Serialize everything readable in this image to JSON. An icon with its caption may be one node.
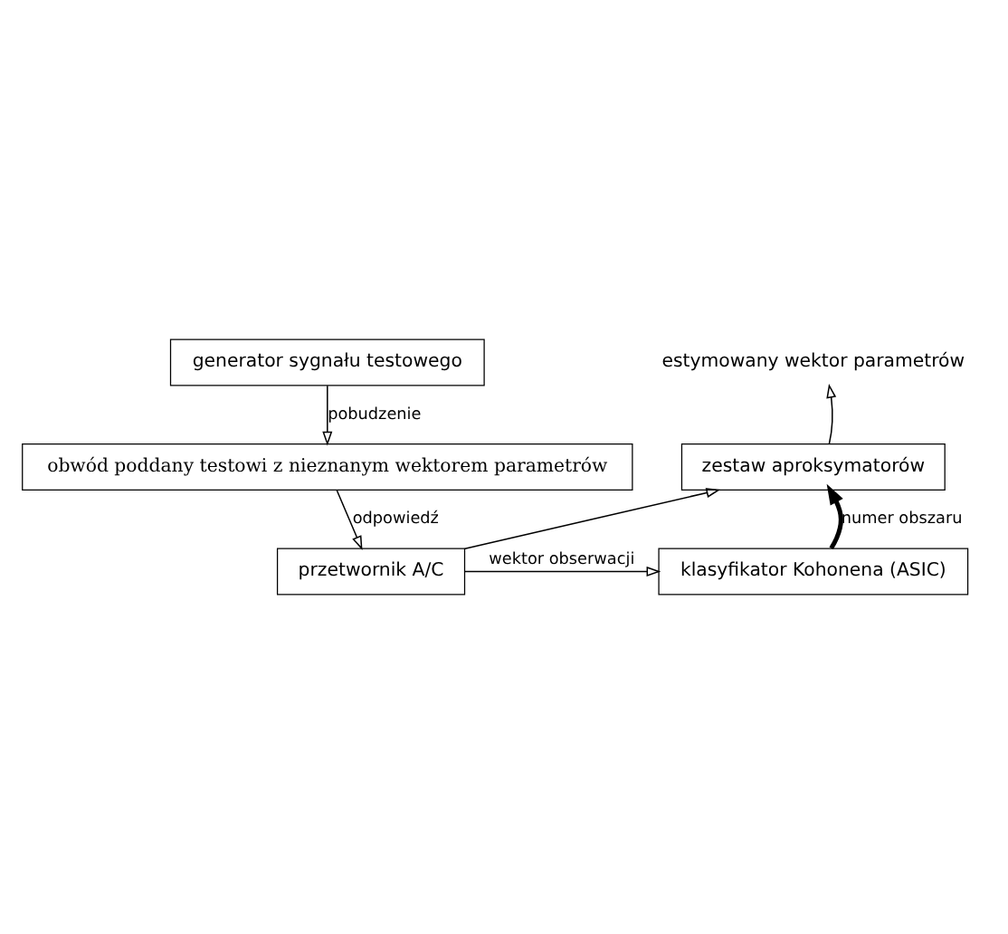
{
  "diagram": {
    "nodes": [
      {
        "text": [
          "generator sygnału testowego"
        ]
      },
      {
        "text": [
          "obwód poddany testowi z nieznanym wektorem parametrów"
        ]
      },
      {
        "text": [
          "przetwornik A/C"
        ]
      },
      {
        "text": [
          "zestaw aproksymatorów"
        ]
      },
      {
        "text": [
          "klasyfikator Kohonena (ASIC)"
        ]
      },
      {
        "text": [
          "estymowany wektor parametrów"
        ]
      }
    ],
    "edges": [
      {
        "from": 0,
        "to": 1,
        "arrow": "to",
        "label": "pobudzenie"
      },
      {
        "from": 1,
        "to": 2,
        "arrow": "to",
        "label": "odpowiedź"
      },
      {
        "from": 2,
        "to": 3,
        "arrow": "to"
      },
      {
        "from": 2,
        "to": 4,
        "arrow": "to",
        "label": "wektor obserwacji"
      },
      {
        "from": 4,
        "to": 3,
        "arrow": "to",
        "label": "numer obszaru",
        "style": "thick"
      },
      {
        "from": 3,
        "to": 5,
        "arrow": "to"
      }
    ]
  }
}
